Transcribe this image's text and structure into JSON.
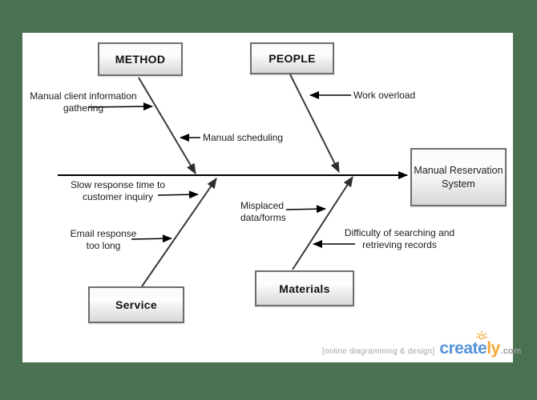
{
  "boxes": {
    "method": "METHOD",
    "people": "PEOPLE",
    "service": "Service",
    "materials": "Materials"
  },
  "effect": {
    "line1": "Manual",
    "line2": "Reservation",
    "line3": "System"
  },
  "labels": {
    "client_info": {
      "line1": "Manual client information",
      "line2": "gathering"
    },
    "scheduling": {
      "line1": "Manual scheduling"
    },
    "overload": {
      "line1": "Work overload"
    },
    "slow": {
      "line1": "Slow response time to",
      "line2": "customer inquiry"
    },
    "email": {
      "line1": "Email response",
      "line2": "too long"
    },
    "misplaced": {
      "line1": "Misplaced",
      "line2": "data/forms"
    },
    "difficulty": {
      "line1": "Difficulty of searching and",
      "line2": "retrieving records"
    }
  },
  "watermark": {
    "tagline": "[online diagramming & design]",
    "brand_head": "creat",
    "brand_mid": "e",
    "brand_tail": "ly",
    "tld": ".com"
  },
  "colors": {
    "page_background": "#4a7150",
    "canvas_background": "#ffffff",
    "box_border": "#6e6e6e",
    "box_fill_top": "#fbfbfb",
    "box_fill_bottom": "#d8d8d8",
    "spine_line": "#000000",
    "bone_line": "#3a3a3a",
    "brand_blue": "#5494d8",
    "brand_orange": "#f5a833",
    "tagline_gray": "#a6a6a6"
  }
}
